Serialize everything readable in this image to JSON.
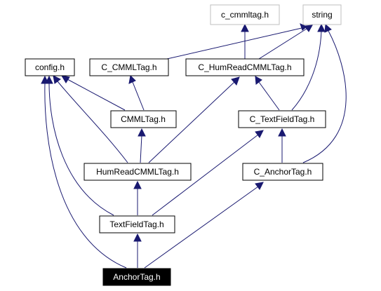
{
  "colors": {
    "edge": "#191970",
    "node_border": "#000000",
    "external_border": "#bfbfbf",
    "root_fill": "#000000",
    "root_text": "#ffffff"
  },
  "nodes": {
    "c_cmmltag_h": "c_cmmltag.h",
    "string": "string",
    "config_h": "config.h",
    "c_cmmltag": "C_CMMLTag.h",
    "c_humreadcmmltag": "C_HumReadCMMLTag.h",
    "cmmltag": "CMMLTag.h",
    "c_textfieldtag": "C_TextFieldTag.h",
    "humreadcmmltag": "HumReadCMMLTag.h",
    "c_anchortag": "C_AnchorTag.h",
    "textfieldtag": "TextFieldTag.h",
    "anchortag": "AnchorTag.h"
  },
  "edges": [
    {
      "from": "c_cmmltag",
      "to": "string"
    },
    {
      "from": "c_humreadcmmltag",
      "to": "c_cmmltag_h"
    },
    {
      "from": "c_humreadcmmltag",
      "to": "string"
    },
    {
      "from": "c_textfieldtag",
      "to": "string"
    },
    {
      "from": "c_anchortag",
      "to": "string"
    },
    {
      "from": "cmmltag",
      "to": "config_h"
    },
    {
      "from": "cmmltag",
      "to": "c_cmmltag"
    },
    {
      "from": "humreadcmmltag",
      "to": "config_h"
    },
    {
      "from": "humreadcmmltag",
      "to": "cmmltag"
    },
    {
      "from": "humreadcmmltag",
      "to": "c_humreadcmmltag"
    },
    {
      "from": "c_textfieldtag",
      "to": "c_humreadcmmltag"
    },
    {
      "from": "c_anchortag",
      "to": "c_textfieldtag"
    },
    {
      "from": "textfieldtag",
      "to": "config_h"
    },
    {
      "from": "textfieldtag",
      "to": "humreadcmmltag"
    },
    {
      "from": "textfieldtag",
      "to": "c_textfieldtag"
    },
    {
      "from": "anchortag",
      "to": "config_h"
    },
    {
      "from": "anchortag",
      "to": "textfieldtag"
    },
    {
      "from": "anchortag",
      "to": "c_anchortag"
    }
  ]
}
